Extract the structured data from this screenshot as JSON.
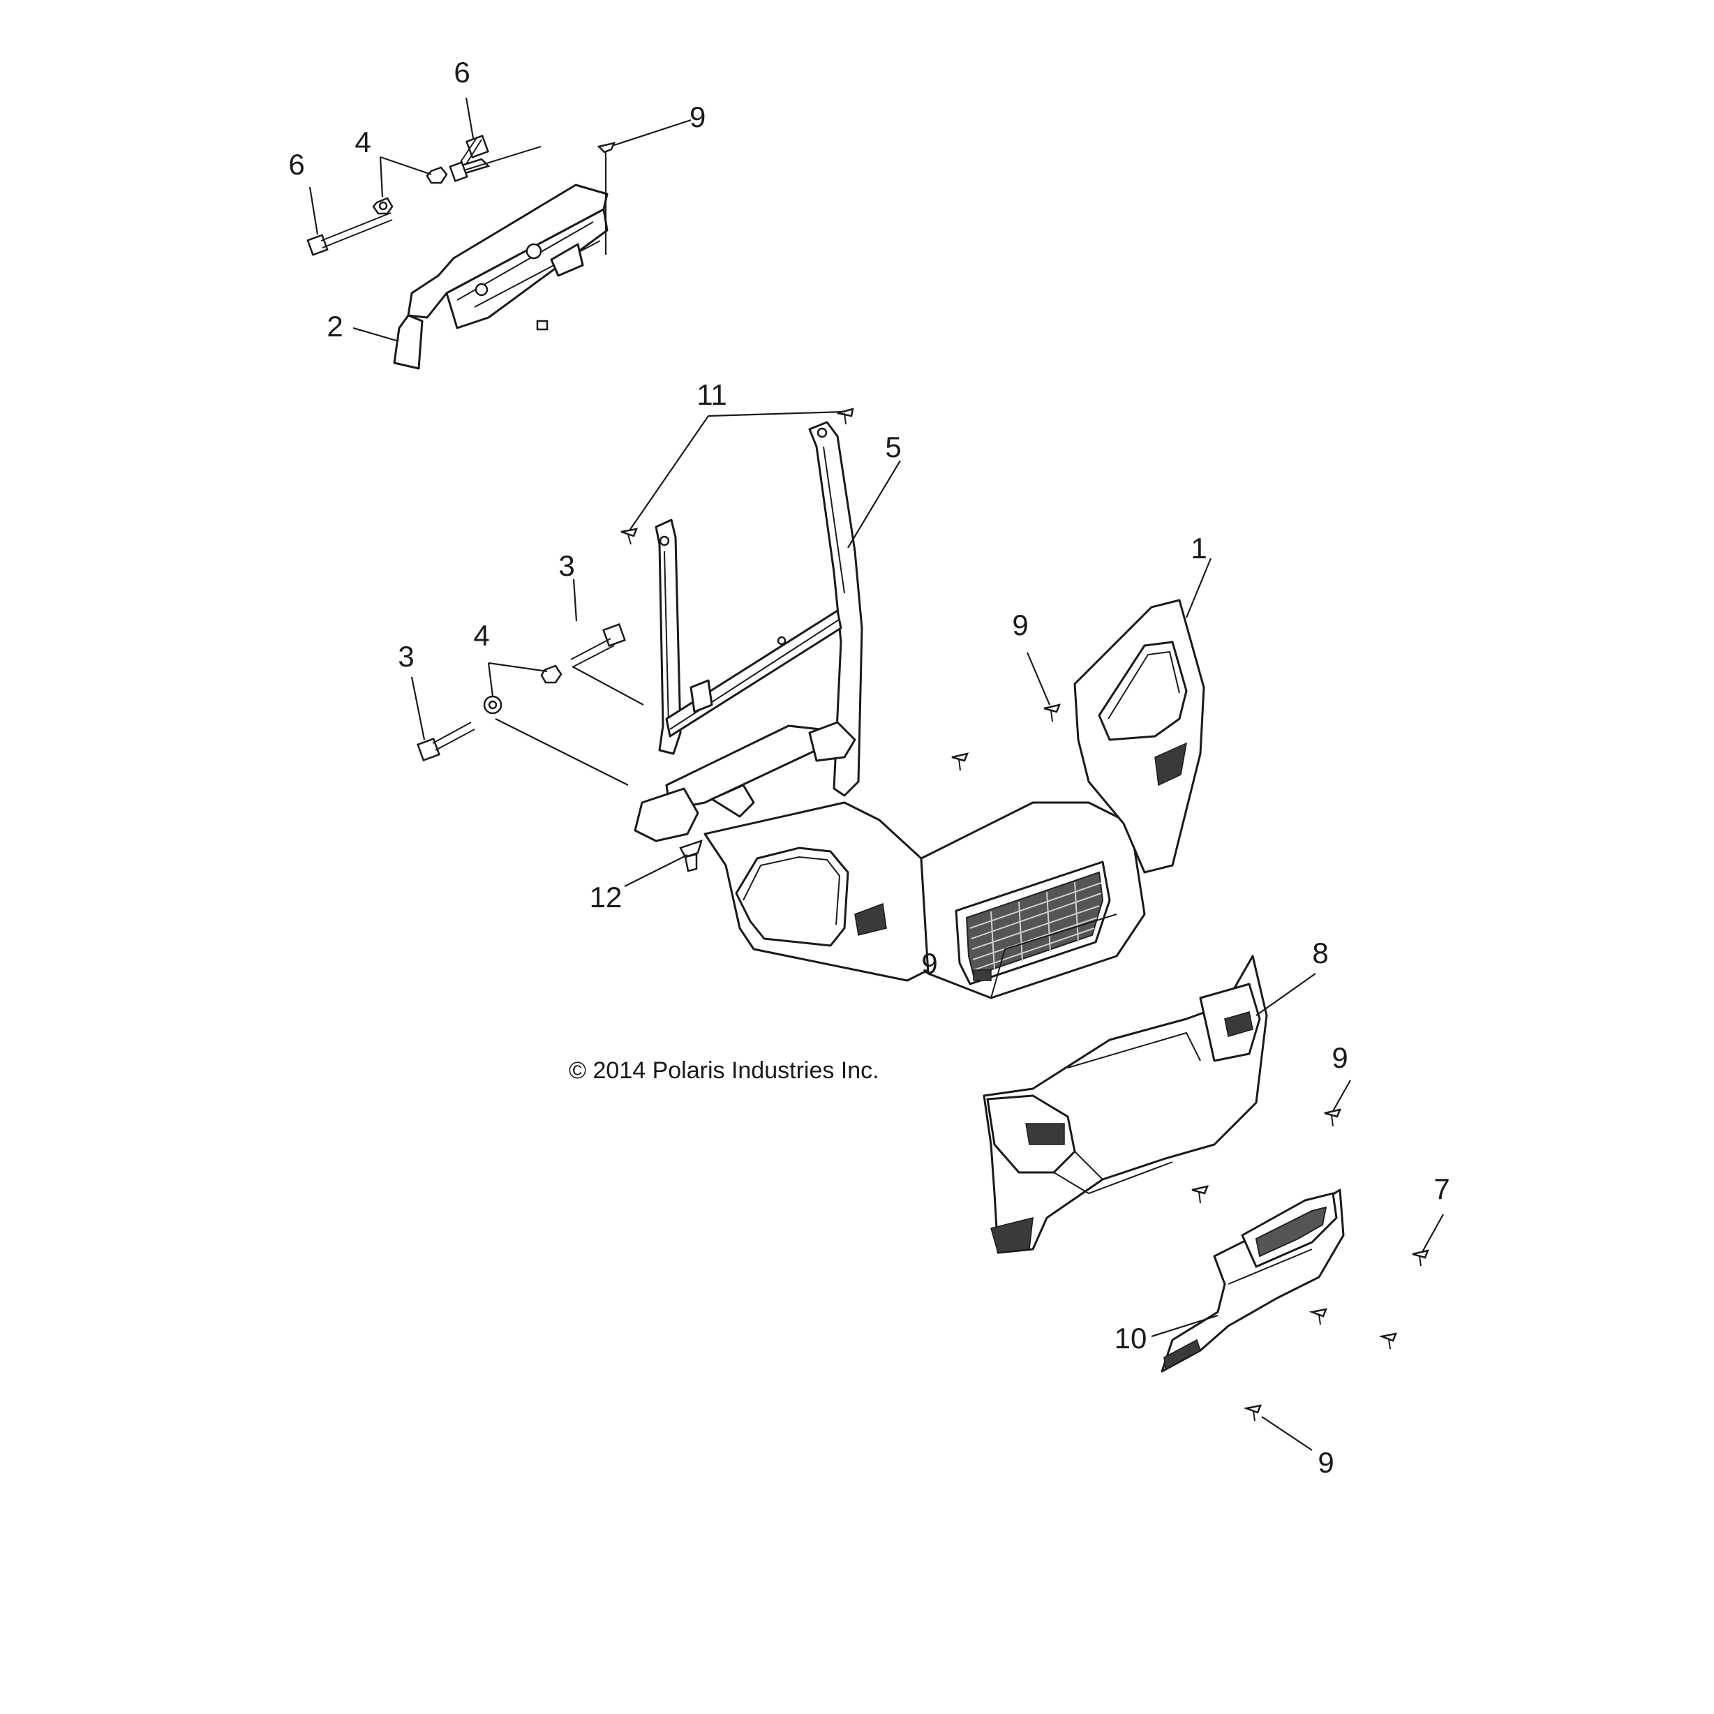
{
  "diagram": {
    "copyright": "© 2014 Polaris Industries Inc.",
    "callouts": {
      "c1": "1",
      "c2": "2",
      "c3a": "3",
      "c3b": "3",
      "c4a": "4",
      "c4b": "4",
      "c5": "5",
      "c6a": "6",
      "c6b": "6",
      "c7": "7",
      "c8": "8",
      "c9a": "9",
      "c9b": "9",
      "c9c": "9",
      "c9d": "9",
      "c9e": "9",
      "c10": "10",
      "c11": "11",
      "c12": "12"
    }
  }
}
